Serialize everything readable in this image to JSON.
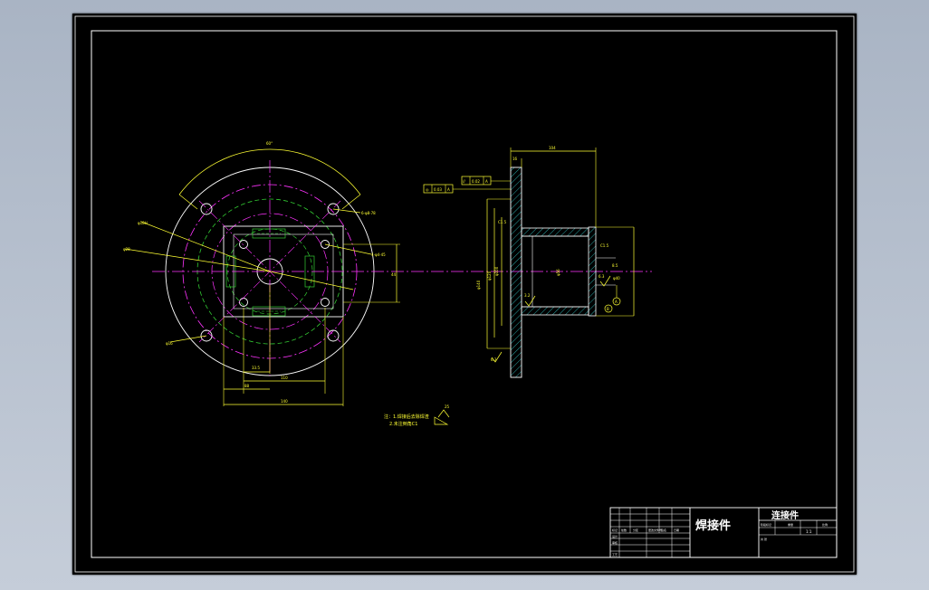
{
  "colors": {
    "sheet": "#000000",
    "border": "#ffffff",
    "dim": "#ffff33",
    "center_line": "#ff33ff",
    "hidden": "#33cc33",
    "cyan": "#33cccc",
    "background": "#b8c1cf"
  },
  "front_view": {
    "angle_dim": "60°",
    "pcd_dim": "6-φ8-78",
    "right_dim": "4-φ4-45",
    "left_dim_1": "φ18H",
    "left_dim_2": "φ28",
    "lower_left_dim": "φ16",
    "bottom_dim_1": "33.5",
    "bottom_dim_2": "110",
    "bottom_dim_3": "88",
    "bottom_dim_4": "140",
    "right_height": "44"
  },
  "side_view": {
    "top_dim": "104",
    "flange_thk": "16",
    "tol_frame_1": [
      "◎",
      "0.03",
      "A"
    ],
    "tol_frame_2": [
      "//",
      "0.02",
      "A"
    ],
    "dia_left_1": "φ140",
    "dia_left_2": "φ120",
    "dia_left_3": "φ100",
    "inner_dia": "φ56",
    "bore_dia": "φ40",
    "chamfer_1": "C1.5",
    "chamfer_2": "C1.5",
    "roughness_1": "3.2",
    "roughness_2": "6.3",
    "roughness_3": "6.3",
    "depth": "8.5",
    "datum_a": "A",
    "datum_b": "B"
  },
  "notes": {
    "line_1": "注：1.焊接后去除焊渣",
    "line_2": "2.未注倒角C1",
    "roughness": "25"
  },
  "title_block": {
    "name": "焊接件",
    "part": "连接件",
    "left_rows": [
      "标记",
      "设计",
      "审核",
      "工艺"
    ],
    "left_cols": [
      "处数",
      "分区",
      "更改文件号",
      "签名",
      "日期"
    ],
    "right_top": [
      "阶段标记",
      "重量",
      "比例"
    ],
    "scale": "1:1",
    "sheet": "共 张"
  }
}
